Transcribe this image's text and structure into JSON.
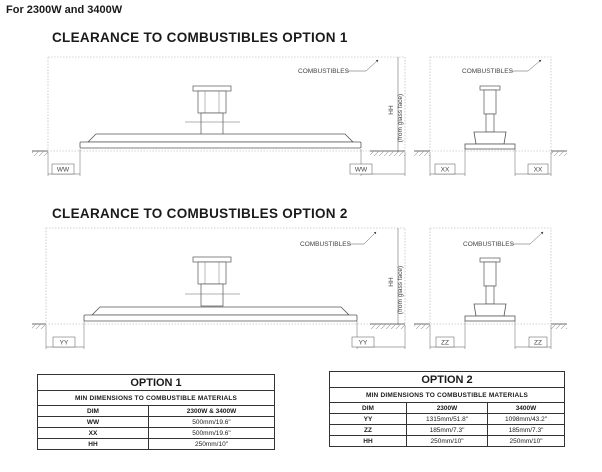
{
  "header": "For 2300W and 3400W",
  "option1": {
    "title": "CLEARANCE TO COMBUSTIBLES OPTION 1",
    "left_view": {
      "combustibles_label": "COMBUSTIBLES",
      "hh_label": "HH",
      "hh_sub": "(from glass face)",
      "left_dim": "WW",
      "right_dim": "WW"
    },
    "right_view": {
      "combustibles_label": "COMBUSTIBLES",
      "left_dim": "XX",
      "right_dim": "XX"
    }
  },
  "option2": {
    "title": "CLEARANCE TO COMBUSTIBLES OPTION 2",
    "left_view": {
      "combustibles_label": "COMBUSTIBLES",
      "hh_label": "HH",
      "hh_sub": "(from glass face)",
      "left_dim": "YY",
      "right_dim": "YY"
    },
    "right_view": {
      "combustibles_label": "COMBUSTIBLES",
      "left_dim": "ZZ",
      "right_dim": "ZZ"
    }
  },
  "table1": {
    "title": "OPTION 1",
    "subtitle": "MIN DIMENSIONS TO COMBUSTIBLE MATERIALS",
    "headers": [
      "DIM",
      "2300W & 3400W"
    ],
    "rows": [
      [
        "WW",
        "500mm/19.6\""
      ],
      [
        "XX",
        "500mm/19.6\""
      ],
      [
        "HH",
        "250mm/10\""
      ]
    ]
  },
  "table2": {
    "title": "OPTION 2",
    "subtitle": "MIN DIMENSIONS TO COMBUSTIBLE MATERIALS",
    "headers": [
      "DIM",
      "2300W",
      "3400W"
    ],
    "rows": [
      [
        "YY",
        "1315mm/51.8\"",
        "1098mm/43.2\""
      ],
      [
        "ZZ",
        "185mm/7.3\"",
        "185mm/7.3\""
      ],
      [
        "HH",
        "250mm/10\"",
        "250mm/10\""
      ]
    ]
  }
}
